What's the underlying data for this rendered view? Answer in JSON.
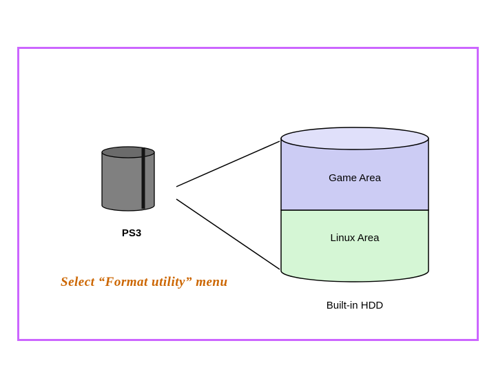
{
  "labels": {
    "ps3": "PS3",
    "game_area": "Game Area",
    "linux_area": "Linux Area",
    "hdd": "Built-in HDD",
    "caption": "Select “Format utility” menu"
  },
  "colors": {
    "frame_border": "#cc66ff",
    "outline": "#000000",
    "ps3_body": "#808080",
    "ps3_top": "#6b6b6b",
    "ps3_slot": "#141414",
    "game_area_fill": "#ccccf4",
    "game_area_top": "#e0e0fa",
    "linux_area_fill": "#d5f6d5",
    "caption_color": "#cc6600"
  }
}
